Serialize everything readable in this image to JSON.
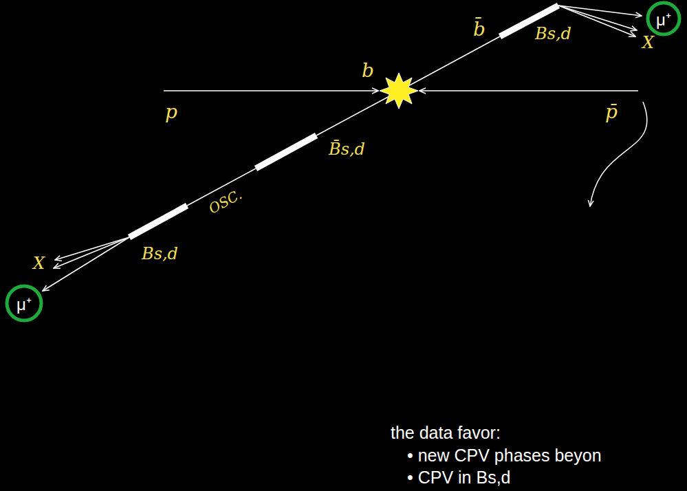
{
  "diagram": {
    "nodes": [
      {
        "text": [
          "μ⁺"
        ]
      },
      {
        "text": [
          "μ⁺"
        ]
      }
    ],
    "labels": [
      "X",
      "b̄",
      "Bs,d",
      "p",
      "p̄",
      "b",
      "B̄s,d",
      "OSC.",
      "X",
      "Bs,d",
      "the data favor:",
      "• new CPV phases beyon",
      "• CPV in Bs,d"
    ]
  }
}
